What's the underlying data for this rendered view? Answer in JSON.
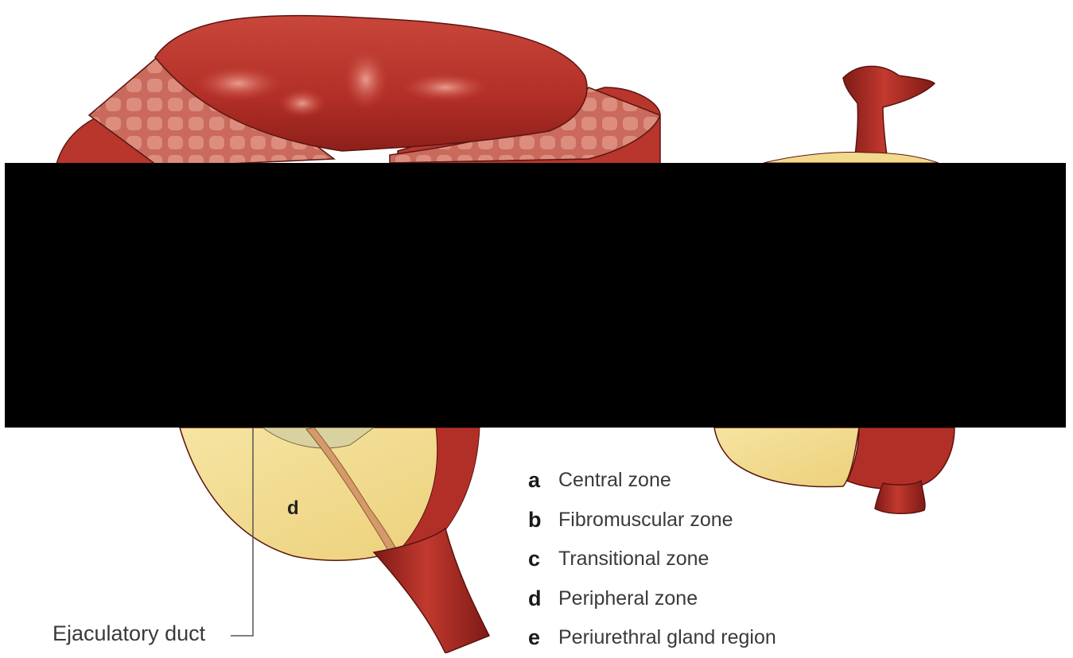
{
  "diagram": {
    "zone_label": "d",
    "callout_label": "Ejaculatory duct",
    "legend": [
      {
        "key": "a",
        "label": "Central zone"
      },
      {
        "key": "b",
        "label": "Fibromuscular zone"
      },
      {
        "key": "c",
        "label": "Transitional zone"
      },
      {
        "key": "d",
        "label": "Peripheral zone"
      },
      {
        "key": "e",
        "label": "Periurethral gland region"
      }
    ]
  },
  "colors": {
    "tissue_red": "#b8362c",
    "tissue_dark_red": "#8e1f1a",
    "tissue_light_red": "#d2665a",
    "peripheral_zone_yellow": "#f1da8c",
    "duct_orange": "#d49a6a",
    "redaction_black": "#000000"
  }
}
